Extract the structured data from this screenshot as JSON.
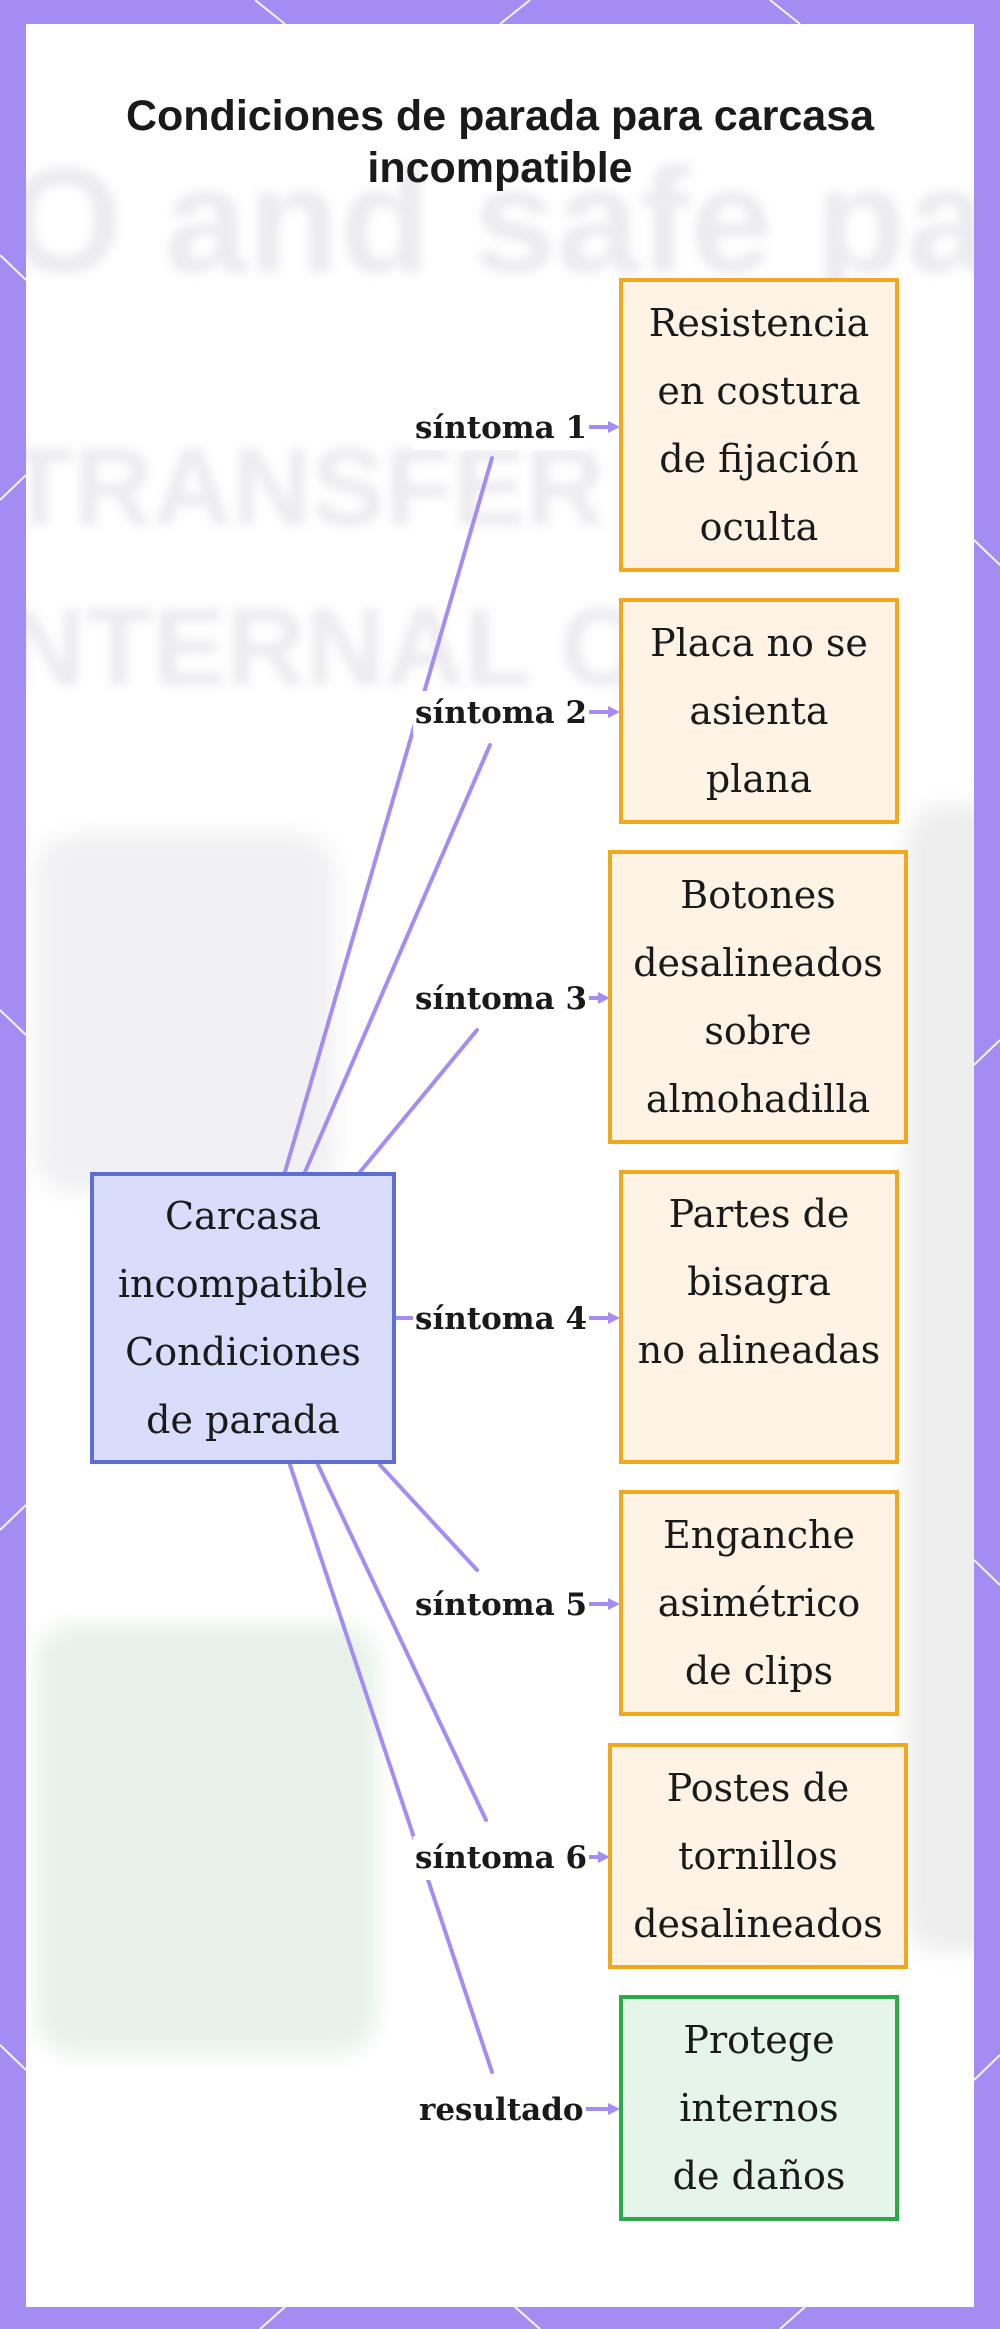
{
  "title": "Condiciones de parada para carcasa incompatible",
  "colors": {
    "frame": "#a48cf2",
    "connector": "#a48cf2",
    "symptom_fill": "#fff3e6",
    "symptom_border": "#f0a81e",
    "result_fill": "#e6f5ea",
    "result_border": "#2ea84a",
    "center_fill": "#d9ddfc",
    "center_border": "#5d6fd2"
  },
  "center_node": {
    "lines": [
      "Carcasa",
      "incompatible",
      "Condiciones",
      "de parada"
    ]
  },
  "branches": [
    {
      "edge_label": "síntoma 1",
      "lines": [
        "Resistencia",
        "en costura",
        "de fijación",
        "oculta"
      ]
    },
    {
      "edge_label": "síntoma 2",
      "lines": [
        "Placa no se",
        "asienta",
        "plana"
      ]
    },
    {
      "edge_label": "síntoma 3",
      "lines": [
        "Botones",
        "desalineados",
        "sobre",
        "almohadilla"
      ]
    },
    {
      "edge_label": "síntoma 4",
      "lines": [
        "Partes de",
        "bisagra",
        "no alineadas"
      ]
    },
    {
      "edge_label": "síntoma 5",
      "lines": [
        "Enganche",
        "asimétrico",
        "de clips"
      ]
    },
    {
      "edge_label": "síntoma 6",
      "lines": [
        "Postes de",
        "tornillos",
        "desalineados"
      ]
    },
    {
      "edge_label": "resultado",
      "lines": [
        "Protege",
        "internos",
        "de daños"
      ]
    }
  ]
}
